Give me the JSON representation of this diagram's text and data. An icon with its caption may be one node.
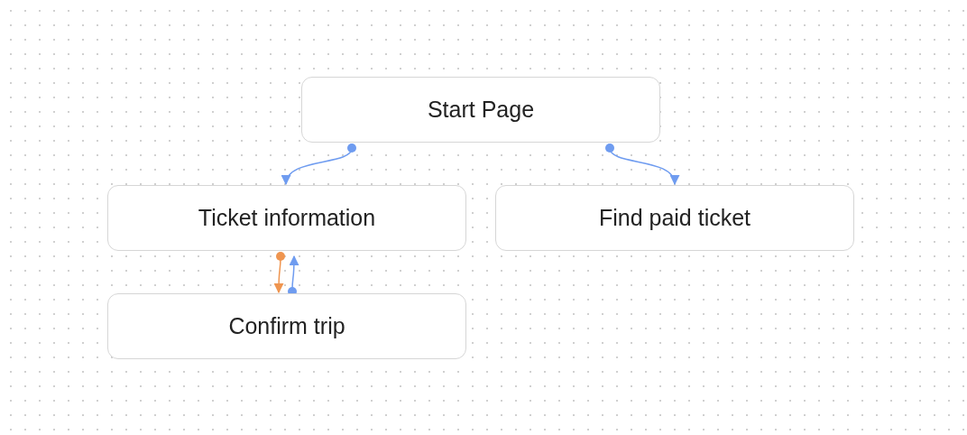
{
  "diagram": {
    "nodes": [
      {
        "text": [
          "Start Page"
        ]
      },
      {
        "text": [
          "Ticket information"
        ]
      },
      {
        "text": [
          "Find paid ticket"
        ]
      },
      {
        "text": [
          "Confirm trip"
        ]
      }
    ],
    "edges": [
      {
        "from": 0,
        "to": 1,
        "arrow": "to"
      },
      {
        "from": 0,
        "to": 2,
        "arrow": "to"
      },
      {
        "from": 1,
        "to": 3,
        "arrow": "to",
        "color": "#ef9550"
      },
      {
        "from": 3,
        "to": 1,
        "arrow": "to"
      }
    ]
  }
}
